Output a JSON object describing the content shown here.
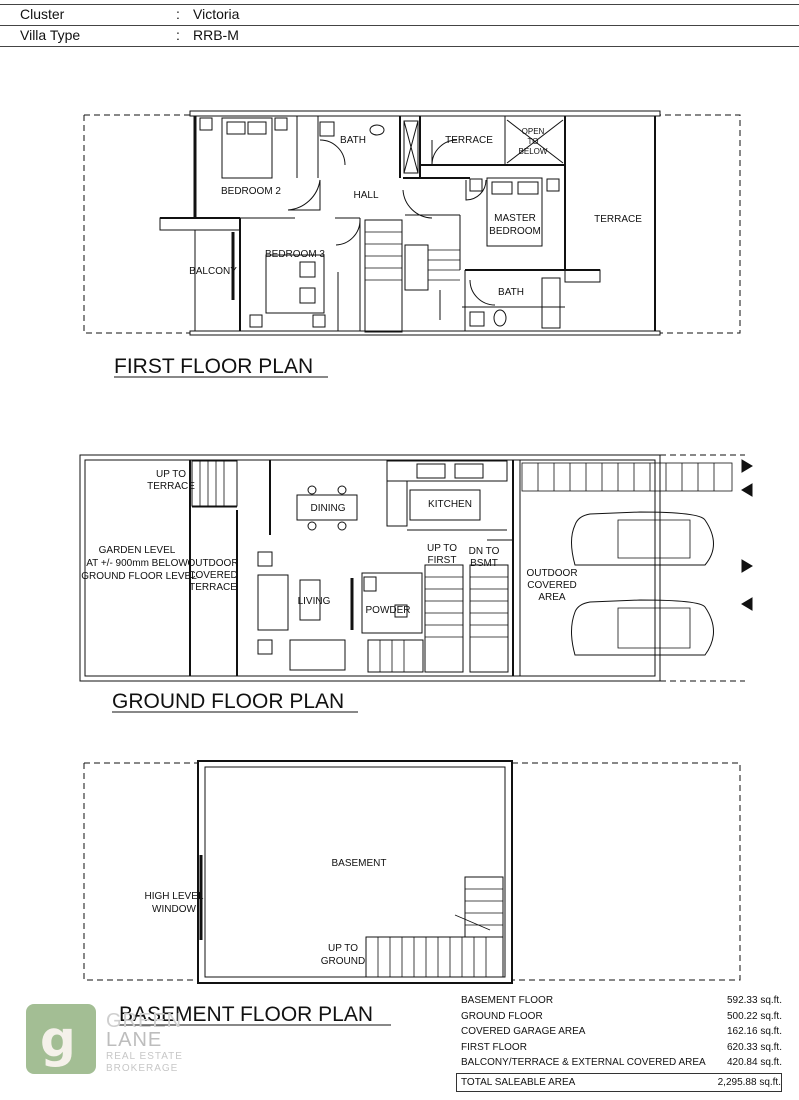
{
  "header": {
    "rows": [
      {
        "key": "Cluster",
        "value": "Victoria"
      },
      {
        "key": "Villa Type",
        "value": "RRB-M"
      }
    ],
    "separator": ":"
  },
  "first_floor": {
    "title": "FIRST FLOOR PLAN",
    "rooms": {
      "bedroom2": "BEDROOM 2",
      "bath1": "BATH",
      "terrace_small": "TERRACE",
      "open_l1": "OPEN",
      "open_l2": "TO",
      "open_l3": "BELOW",
      "hall": "HALL",
      "master_l1": "MASTER",
      "master_l2": "BEDROOM",
      "terrace_right": "TERRACE",
      "bedroom3": "BEDROOM 3",
      "balcony": "BALCONY",
      "bath2": "BATH"
    }
  },
  "ground_floor": {
    "title": "GROUND FLOOR PLAN",
    "labels": {
      "up_terrace_l1": "UP TO",
      "up_terrace_l2": "TERRACE",
      "dining": "DINING",
      "kitchen": "KITCHEN",
      "garden_l1": "GARDEN LEVEL",
      "garden_l2": "AT +/- 900mm BELOW",
      "garden_l3": "GROUND FLOOR LEVEL",
      "outdoor_l1": "OUTDOOR",
      "outdoor_l2": "COVERED",
      "outdoor_l3": "TERRACE",
      "up_first_l1": "UP TO",
      "up_first_l2": "FIRST",
      "dn_l1": "DN TO",
      "dn_l2": "BSMT",
      "living": "LIVING",
      "powder": "POWDER",
      "oca_l1": "OUTDOOR",
      "oca_l2": "COVERED",
      "oca_l3": "AREA"
    }
  },
  "basement": {
    "title": "BASEMENT FLOOR PLAN",
    "labels": {
      "basement": "BASEMENT",
      "hlw_l1": "HIGH LEVEL",
      "hlw_l2": "WINDOW",
      "up_l1": "UP TO",
      "up_l2": "GROUND"
    }
  },
  "areas": {
    "rows": [
      {
        "label": "BASEMENT FLOOR",
        "value": "592.33 sq.ft."
      },
      {
        "label": "GROUND FLOOR",
        "value": "500.22 sq.ft."
      },
      {
        "label": "COVERED GARAGE AREA",
        "value": "162.16 sq.ft."
      },
      {
        "label": "FIRST FLOOR",
        "value": "620.33 sq.ft."
      },
      {
        "label": "BALCONY/TERRACE & EXTERNAL COVERED  AREA",
        "value": "420.84 sq.ft."
      }
    ],
    "total_label": "TOTAL SALEABLE AREA",
    "total_value": "2,295.88 sq.ft."
  },
  "logo": {
    "mark": "g",
    "line1": "GREEN",
    "line2": "LANE",
    "line3": "REAL ESTATE",
    "line4": "BROKERAGE"
  }
}
